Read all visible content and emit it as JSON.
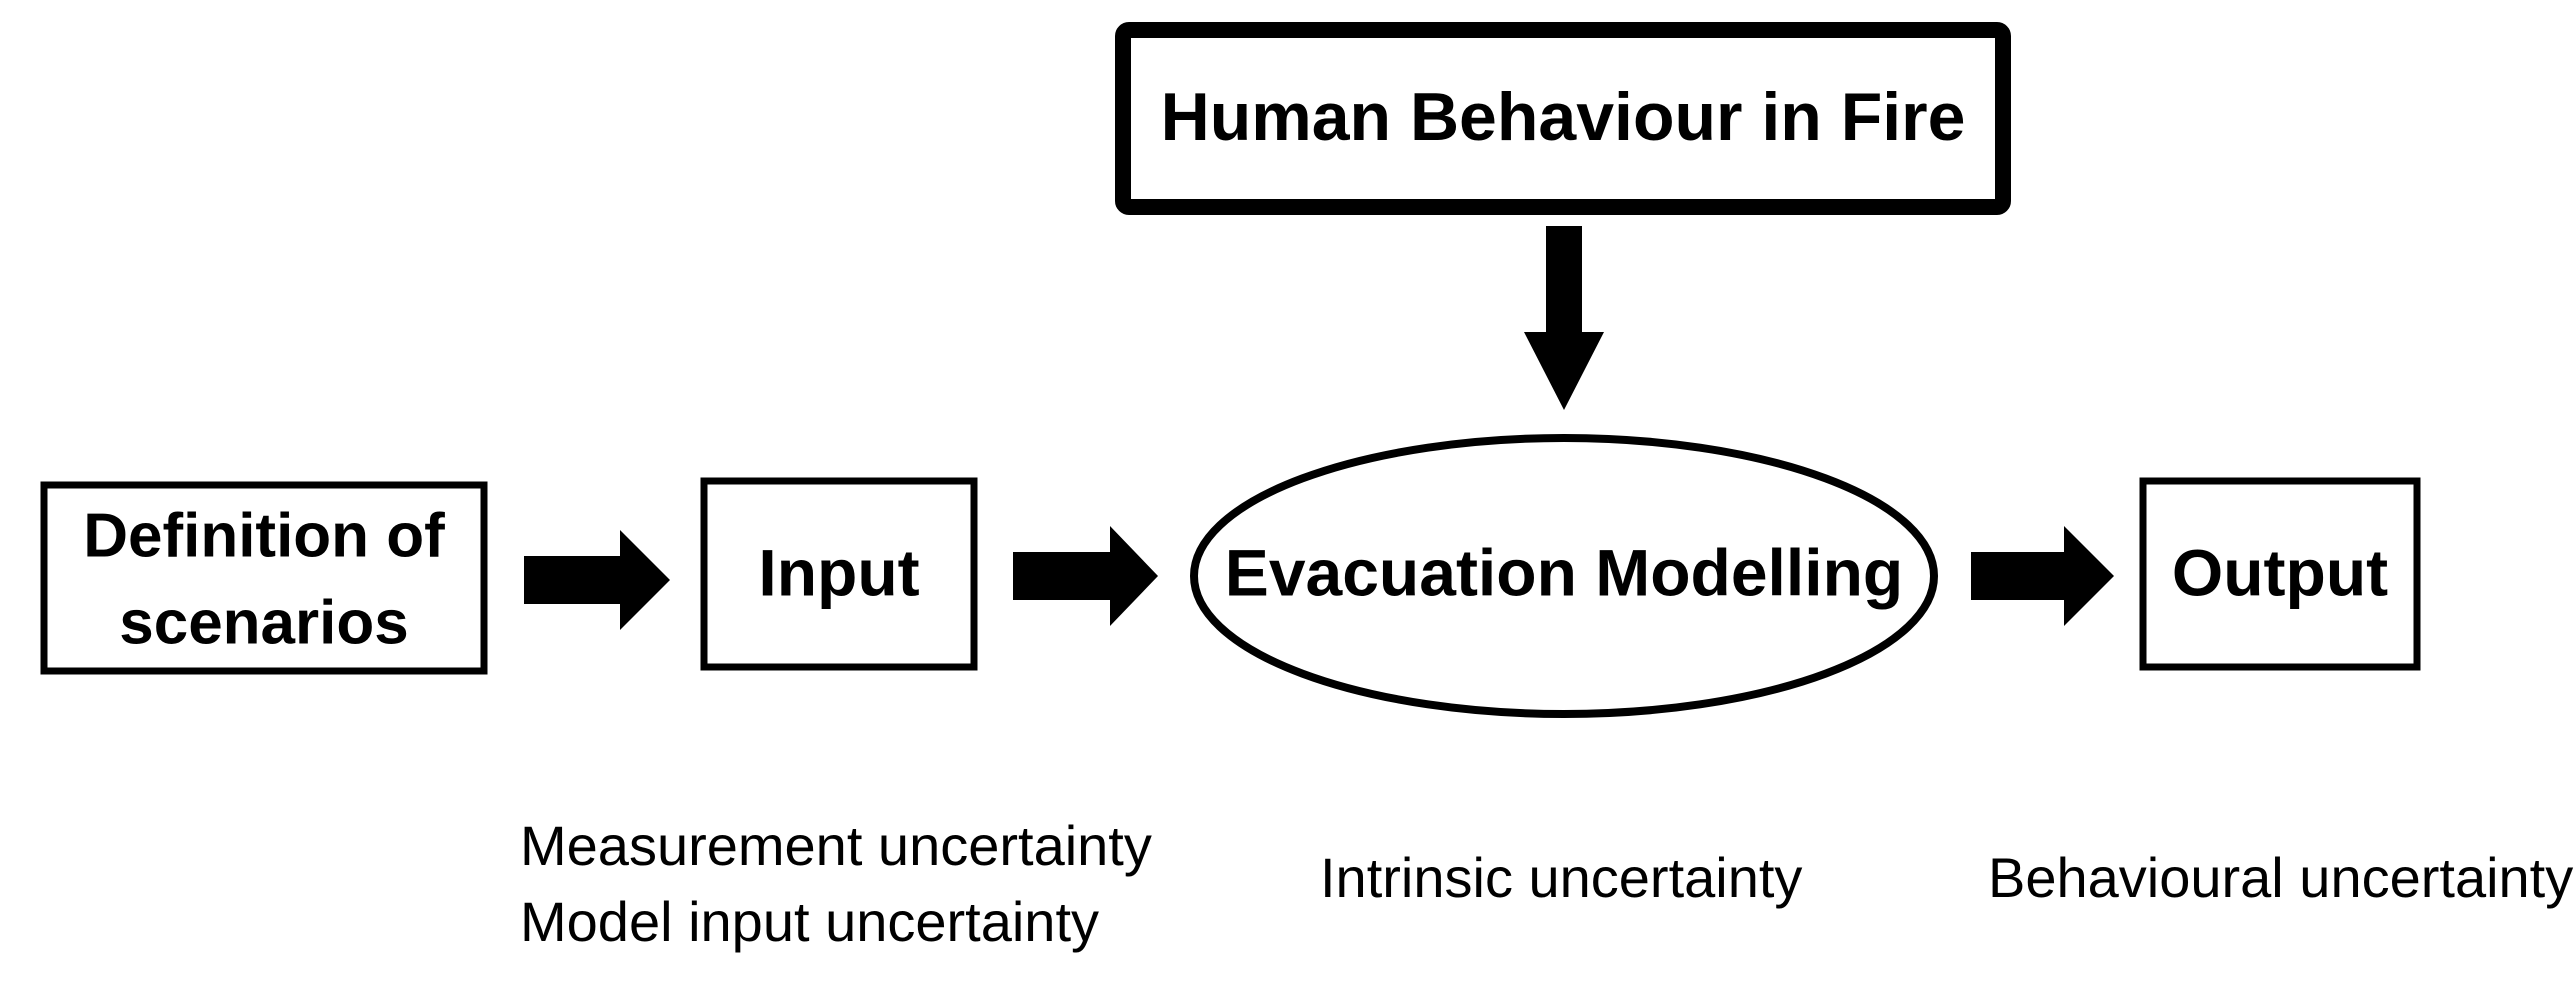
{
  "diagram": {
    "top_box": "Human Behaviour in Fire",
    "definition_box": {
      "line1": "Definition of",
      "line2": "scenarios"
    },
    "input_box": "Input",
    "evacuation_ellipse": "Evacuation Modelling",
    "output_box": "Output",
    "input_uncertainties": {
      "line1": "Measurement uncertainty",
      "line2": "Model input uncertainty"
    },
    "model_uncertainty": "Intrinsic uncertainty",
    "output_uncertainty": "Behavioural uncertainty"
  },
  "colors": {
    "stroke": "#000000",
    "background": "#ffffff"
  }
}
